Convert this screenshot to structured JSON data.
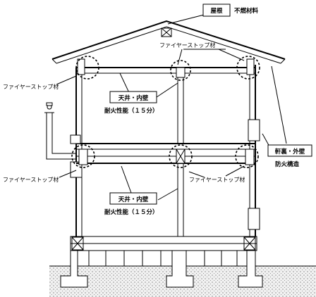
{
  "labels": {
    "roof_box": "屋根",
    "roof_material": "不燃材料",
    "fire_stop_roof": "ファイヤーストップ材",
    "fire_stop_left_upper": "ファイヤーストップ材",
    "ceiling_wall_upper": "天井・内壁",
    "fire_perf_upper": "耐火性能（１５分）",
    "eaves_box": "軒裏・外壁",
    "fire_structure": "防火構造",
    "fire_stop_left_lower": "ファイヤーストップ材",
    "fire_stop_mid_lower": "ファイヤーストップ材",
    "ceiling_wall_lower": "天井・内壁",
    "fire_perf_lower": "耐火性能（１５分）"
  },
  "colors": {
    "line": "#000000",
    "ground": "#e4e4e4"
  }
}
